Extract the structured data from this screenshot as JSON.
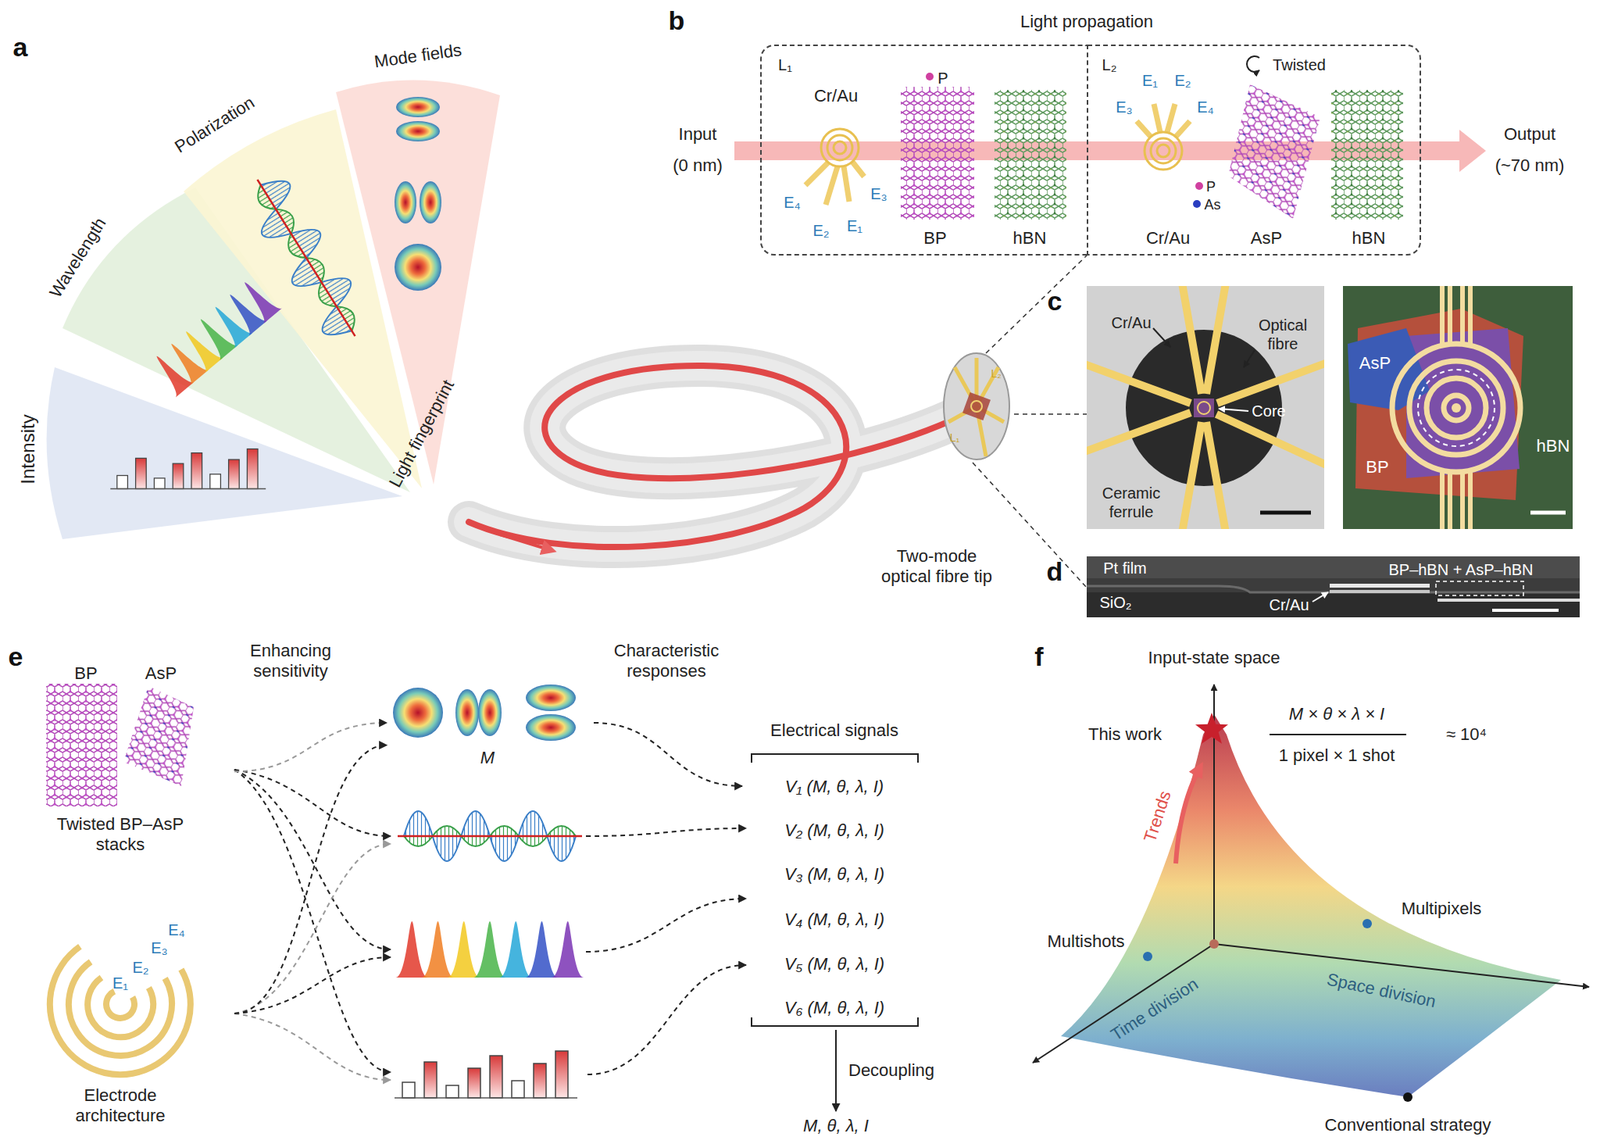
{
  "diagram": {
    "nodes": [
      {
        "text": [
          "L₁",
          "Cr/Au",
          "P",
          "E₄",
          "E₂",
          "E₁",
          "E₃",
          "BP",
          "hBN"
        ]
      },
      {
        "text": [
          "L₂",
          "E₁",
          "E₂",
          "Twisted",
          "E₃",
          "E₄",
          "P",
          "As",
          "Cr/Au",
          "AsP",
          "hBN"
        ]
      },
      {
        "text": [
          "BP",
          "AsP",
          "Twisted BP–AsP stacks"
        ]
      },
      {
        "text": [
          "E₄",
          "E₃",
          "E₂",
          "E₁",
          "Electrode architecture"
        ]
      },
      {
        "text": [
          "M"
        ]
      },
      {
        "text": [
          "Electrical signals",
          "V₁ (M, θ, λ, I)",
          "V₂ (M, θ, λ, I)",
          "V₃ (M, θ, λ, I)",
          "V₄ (M, θ, λ, I)",
          "V₅ (M, θ, λ, I)",
          "V₆ (M, θ, λ, I)"
        ]
      },
      {
        "text": [
          "M, θ, λ, I"
        ]
      }
    ],
    "edges": [
      {
        "from": 2,
        "to": 4,
        "arrow": "to"
      },
      {
        "from": 3,
        "to": 4,
        "arrow": "to"
      },
      {
        "from": 4,
        "to": 5,
        "arrow": "to"
      },
      {
        "from": 5,
        "to": 6,
        "arrow": "to",
        "label": "Decoupling"
      }
    ],
    "labels": [
      "a",
      "Mode fields",
      "Polarization",
      "Wavelength",
      "Intensity",
      "Light fingerprint",
      "L₁",
      "L₂",
      "Two-mode optical fibre tip",
      "b",
      "Light propagation",
      "Input (0 nm)",
      "Output (~70 nm)",
      "c",
      "Cr/Au",
      "Optical fibre",
      "Core",
      "Ceramic ferrule",
      "AsP",
      "BP",
      "hBN",
      "d",
      "Pt film",
      "BP–hBN + AsP–hBN",
      "SiO₂",
      "Cr/Au",
      "e",
      "Enhancing sensitivity",
      "Characteristic responses",
      "f",
      "Input-state space",
      "This work",
      "M × θ × λ × I",
      "1 pixel × 1 shot",
      "≈ 10⁴",
      "Trends",
      "Multishots",
      "Multipixels",
      "Time division",
      "Space division",
      "Conventional strategy"
    ]
  }
}
